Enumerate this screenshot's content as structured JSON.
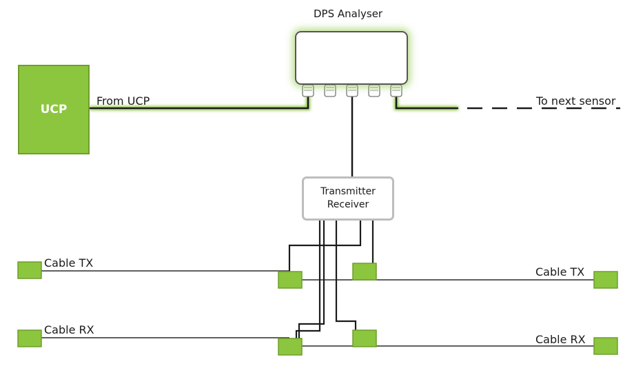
{
  "labels": {
    "analyser": "DPS Analyser",
    "ucp": "UCP",
    "from_ucp": "From UCP",
    "to_next_sensor": "To next sensor",
    "transmitter_line1": "Transmitter",
    "transmitter_line2": "Receiver",
    "cable_tx_left": "Cable TX",
    "cable_rx_left": "Cable RX",
    "cable_tx_right": "Cable TX",
    "cable_rx_right": "Cable RX"
  },
  "colors": {
    "green": "#8cc63f",
    "green_dark": "#6e9e2c",
    "cable": "#1a1a1a",
    "box_border": "#bdbdbd"
  }
}
